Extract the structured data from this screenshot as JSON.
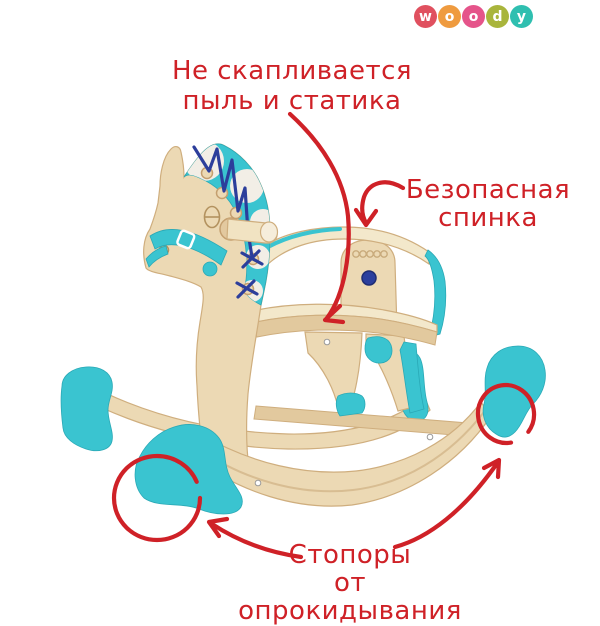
{
  "page": {
    "background": "#ffffff",
    "kind": "product-marketing-image"
  },
  "logo": {
    "name": "woody",
    "circles": [
      {
        "letter": "w",
        "color": "#e0505f"
      },
      {
        "letter": "o",
        "color": "#ef9b3f"
      },
      {
        "letter": "o",
        "color": "#e5548a"
      },
      {
        "letter": "d",
        "color": "#a9b53c"
      },
      {
        "letter": "y",
        "color": "#2fbfb0"
      }
    ]
  },
  "annotations": {
    "color": "#cf2127",
    "dust": {
      "line1": "Не скапливается",
      "line2": "пыль и статика"
    },
    "backrest": {
      "line1": "Безопасная",
      "line2": "спинка"
    },
    "stoppers": {
      "line1": "Стопоры",
      "line2": "от опрокидывания"
    }
  },
  "product": {
    "type": "wooden rocking horse",
    "back_panel_engraving": "ooooo",
    "colors": {
      "wood": "#ecd9b4",
      "wood_light": "#f3e8cb",
      "wood_mid": "#e2c99e",
      "wood_edge": "#cfae7e",
      "teal": "#3ac4d0",
      "navy_cord": "#2c3e9b",
      "mane_decal": "#f2eee6"
    }
  }
}
